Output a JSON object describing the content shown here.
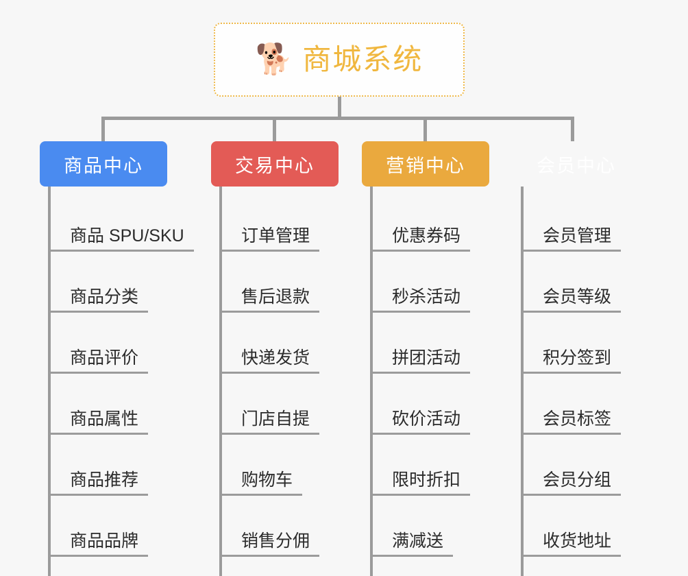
{
  "background_color": "#f7f7f7",
  "connector_color": "#9b9b9b",
  "root": {
    "title": "商城系统",
    "emoji": "🐕",
    "emoji_name": "shiba-dog-face-emoji",
    "text_color": "#f0b73f",
    "border_color": "#efb94a"
  },
  "branches": [
    {
      "label": "商品中心",
      "color": "#4a8bf0",
      "items": [
        "商品 SPU/SKU",
        "商品分类",
        "商品评价",
        "商品属性",
        "商品推荐",
        "商品品牌"
      ]
    },
    {
      "label": "交易中心",
      "color": "#e35b56",
      "items": [
        "订单管理",
        "售后退款",
        "快递发货",
        "门店自提",
        "购物车",
        "销售分佣"
      ]
    },
    {
      "label": "营销中心",
      "color": "#eaa93e",
      "items": [
        "优惠券码",
        "秒杀活动",
        "拼团活动",
        "砍价活动",
        "限时折扣",
        "满减送"
      ]
    },
    {
      "label": "会员中心",
      "color": "#78c council",
      "items": [
        "会员管理",
        "会员等级",
        "积分签到",
        "会员标签",
        "会员分组",
        "收货地址"
      ]
    }
  ],
  "branch_colors_fix": [
    "#4a8bf0",
    "#e35b56",
    "#eaa93e",
    "#78c council"
  ],
  "layout": {
    "branch_lefts": [
      58,
      308,
      528,
      748
    ],
    "branch_widths": [
      186,
      186,
      186,
      186
    ]
  }
}
